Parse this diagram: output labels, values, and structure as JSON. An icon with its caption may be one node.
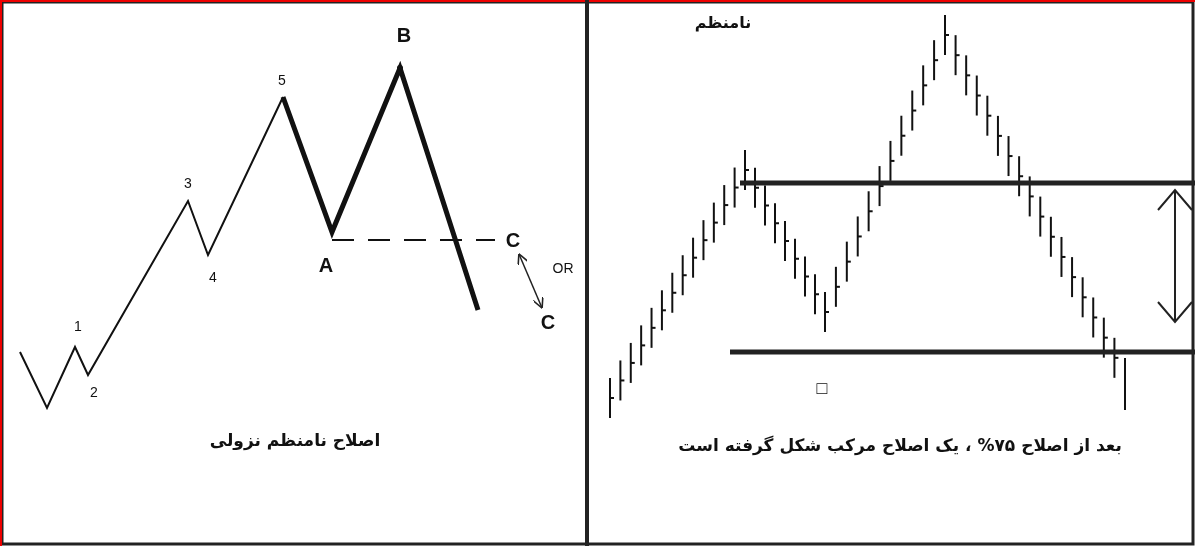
{
  "diagram": {
    "nodes": [
      {
        "text": [
          "C"
        ]
      },
      {
        "text": [
          "C"
        ]
      }
    ],
    "edges": [
      {
        "from": 0,
        "to": 1,
        "arrow": "both"
      }
    ],
    "labels": [
      "B",
      "نامنظم",
      "5",
      "3",
      "A",
      "OR",
      "4",
      "1",
      "2",
      "□",
      "اصلاح نامنظم نزولی",
      "بعد از اصلاح ۷۵% ، یک اصلاح مرکب شکل گرفته است"
    ]
  }
}
